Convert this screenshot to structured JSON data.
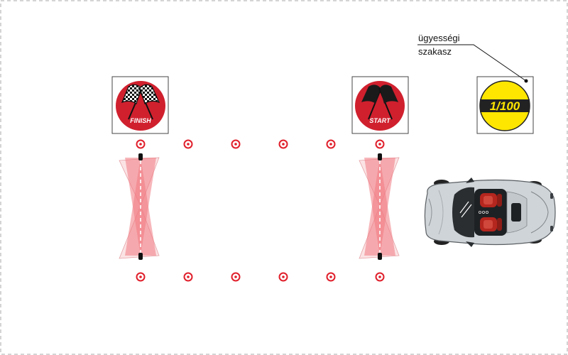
{
  "callout": {
    "line1": "ügyességi",
    "line2": "szakasz"
  },
  "signs": {
    "finish": {
      "label": "FINISH",
      "icon": "checkered-flags-icon"
    },
    "start": {
      "label": "START",
      "icon": "black-flags-icon"
    },
    "skill": {
      "label": "1/100",
      "icon": "speed-limit-icon"
    }
  },
  "colors": {
    "sign_red": "#d0202e",
    "sign_yellow": "#ffe600",
    "marker_red": "#e01f2b",
    "beam_pink": "#f07a82",
    "beam_light": "#fbe3e4",
    "car_body": "#cfd4d8",
    "seat_red": "#b4261e"
  },
  "markers": {
    "count_per_row": 6
  }
}
